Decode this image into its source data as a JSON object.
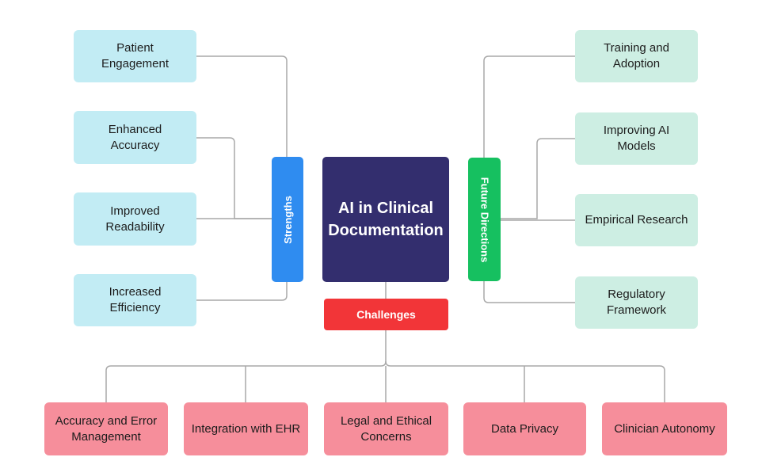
{
  "central": {
    "line1": "AI in Clinical",
    "line2": "Documentation"
  },
  "strengths": {
    "label": "Strengths",
    "items": [
      {
        "line1": "Patient",
        "line2": "Engagement"
      },
      {
        "line1": "Enhanced",
        "line2": "Accuracy"
      },
      {
        "line1": "Improved",
        "line2": "Readability"
      },
      {
        "line1": "Increased",
        "line2": "Efficiency"
      }
    ]
  },
  "future_directions": {
    "label": "Future Directions",
    "items": [
      {
        "line1": "Training and",
        "line2": "Adoption"
      },
      {
        "line1": "Improving AI",
        "line2": "Models"
      },
      {
        "line1": "Empirical Research",
        "line2": ""
      },
      {
        "line1": "Regulatory",
        "line2": "Framework"
      }
    ]
  },
  "challenges": {
    "label": "Challenges",
    "items": [
      {
        "line1": "Accuracy and Error",
        "line2": "Management"
      },
      {
        "line1": "Integration with EHR",
        "line2": ""
      },
      {
        "line1": "Legal and Ethical",
        "line2": "Concerns"
      },
      {
        "line1": "Data Privacy",
        "line2": ""
      },
      {
        "line1": "Clinician Autonomy",
        "line2": ""
      }
    ]
  },
  "colors": {
    "central": "#332e6e",
    "strengths_bar": "#2f8cf0",
    "future_bar": "#16c060",
    "challenges_bar": "#f23538",
    "strength_boxes": "#c2ecf4",
    "future_boxes": "#cdeee3",
    "challenge_boxes": "#f68e9b",
    "connector": "#a9a9a9"
  }
}
